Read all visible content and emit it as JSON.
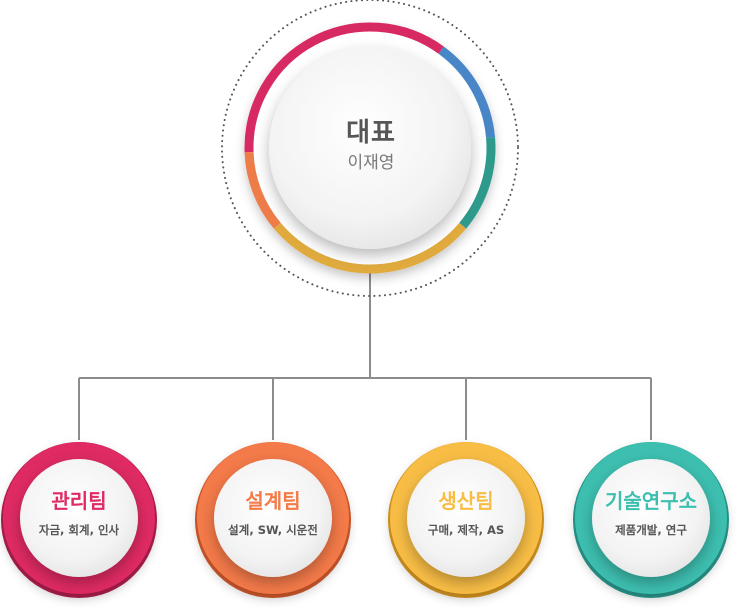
{
  "ceo": {
    "title": "대표",
    "name": "이재영",
    "ring_colors": [
      "#d72a63",
      "#4a86c8",
      "#2d9a8c",
      "#e0aa3e",
      "#ee7b48"
    ]
  },
  "teams": [
    {
      "name": "관리팀",
      "desc": "자금, 회계, 인사",
      "color": "#df2a63",
      "shadow": "#b51f4f"
    },
    {
      "name": "설계팀",
      "desc": "설계, SW, 시운전",
      "color": "#f47a48",
      "shadow": "#d65b2c"
    },
    {
      "name": "생산팀",
      "desc": "구매, 제작, AS",
      "color": "#f8bd44",
      "shadow": "#dc9a22"
    },
    {
      "name": "기술연구소",
      "desc": "제품개발, 연구",
      "color": "#3dbfb0",
      "shadow": "#2a9c90"
    }
  ],
  "colors": {
    "connector": "#8c8c8c",
    "dotted_ring": "#555555",
    "node_face": "#f4f4f4"
  }
}
